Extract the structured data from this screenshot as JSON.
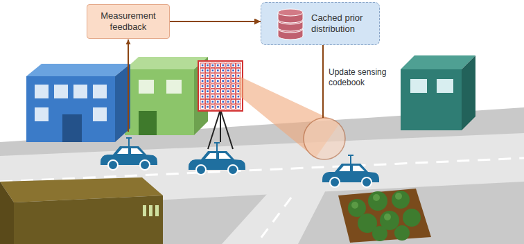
{
  "diagram": {
    "nodes": [
      {
        "text": [
          "Measurement feedback"
        ]
      },
      {
        "text": [
          "Cached prior distribution"
        ]
      }
    ],
    "edges": [
      {
        "from": 0,
        "to": 1,
        "arrow": "to"
      }
    ],
    "labels": [
      "Update sensing codebook"
    ]
  }
}
